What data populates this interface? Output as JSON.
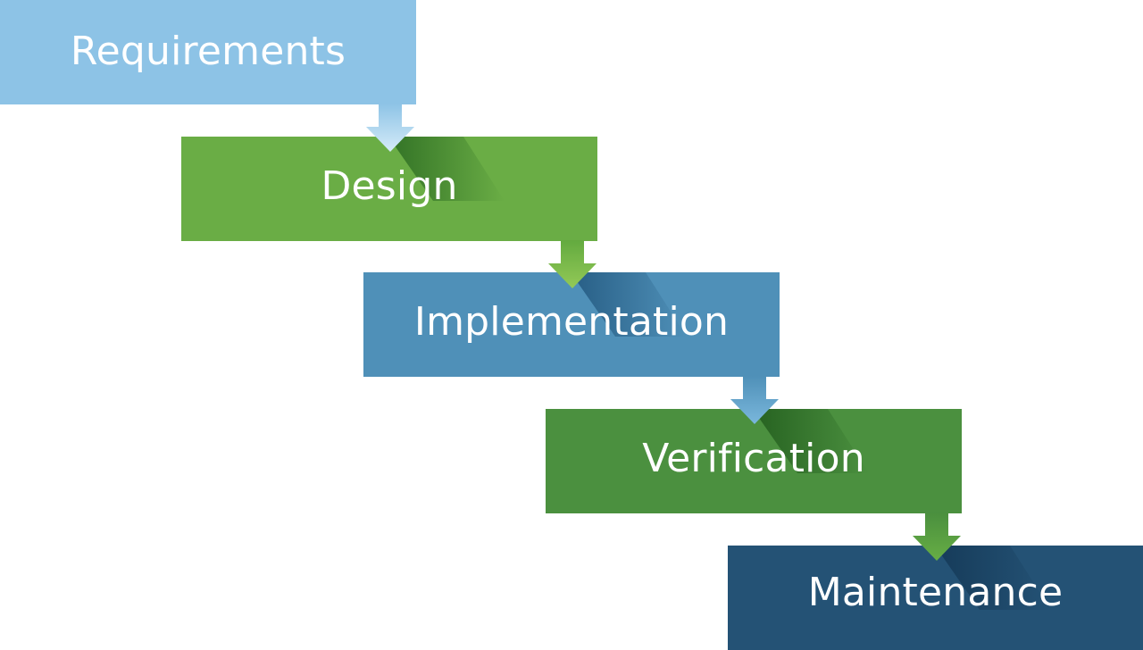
{
  "diagram": {
    "stages": [
      {
        "label": "Requirements",
        "color": "#8dc3e6"
      },
      {
        "label": "Design",
        "color": "#6aad45"
      },
      {
        "label": "Implementation",
        "color": "#4f90b8"
      },
      {
        "label": "Verification",
        "color": "#4b903f"
      },
      {
        "label": "Maintenance",
        "color": "#245275"
      }
    ]
  },
  "colors": {
    "background": "#ffffff",
    "text": "#ffffff",
    "requirements_arrow": "#8dc3e6",
    "design_arrow": "#6aad45",
    "implementation_arrow": "#4f90b8",
    "verification_arrow": "#4b903f"
  }
}
